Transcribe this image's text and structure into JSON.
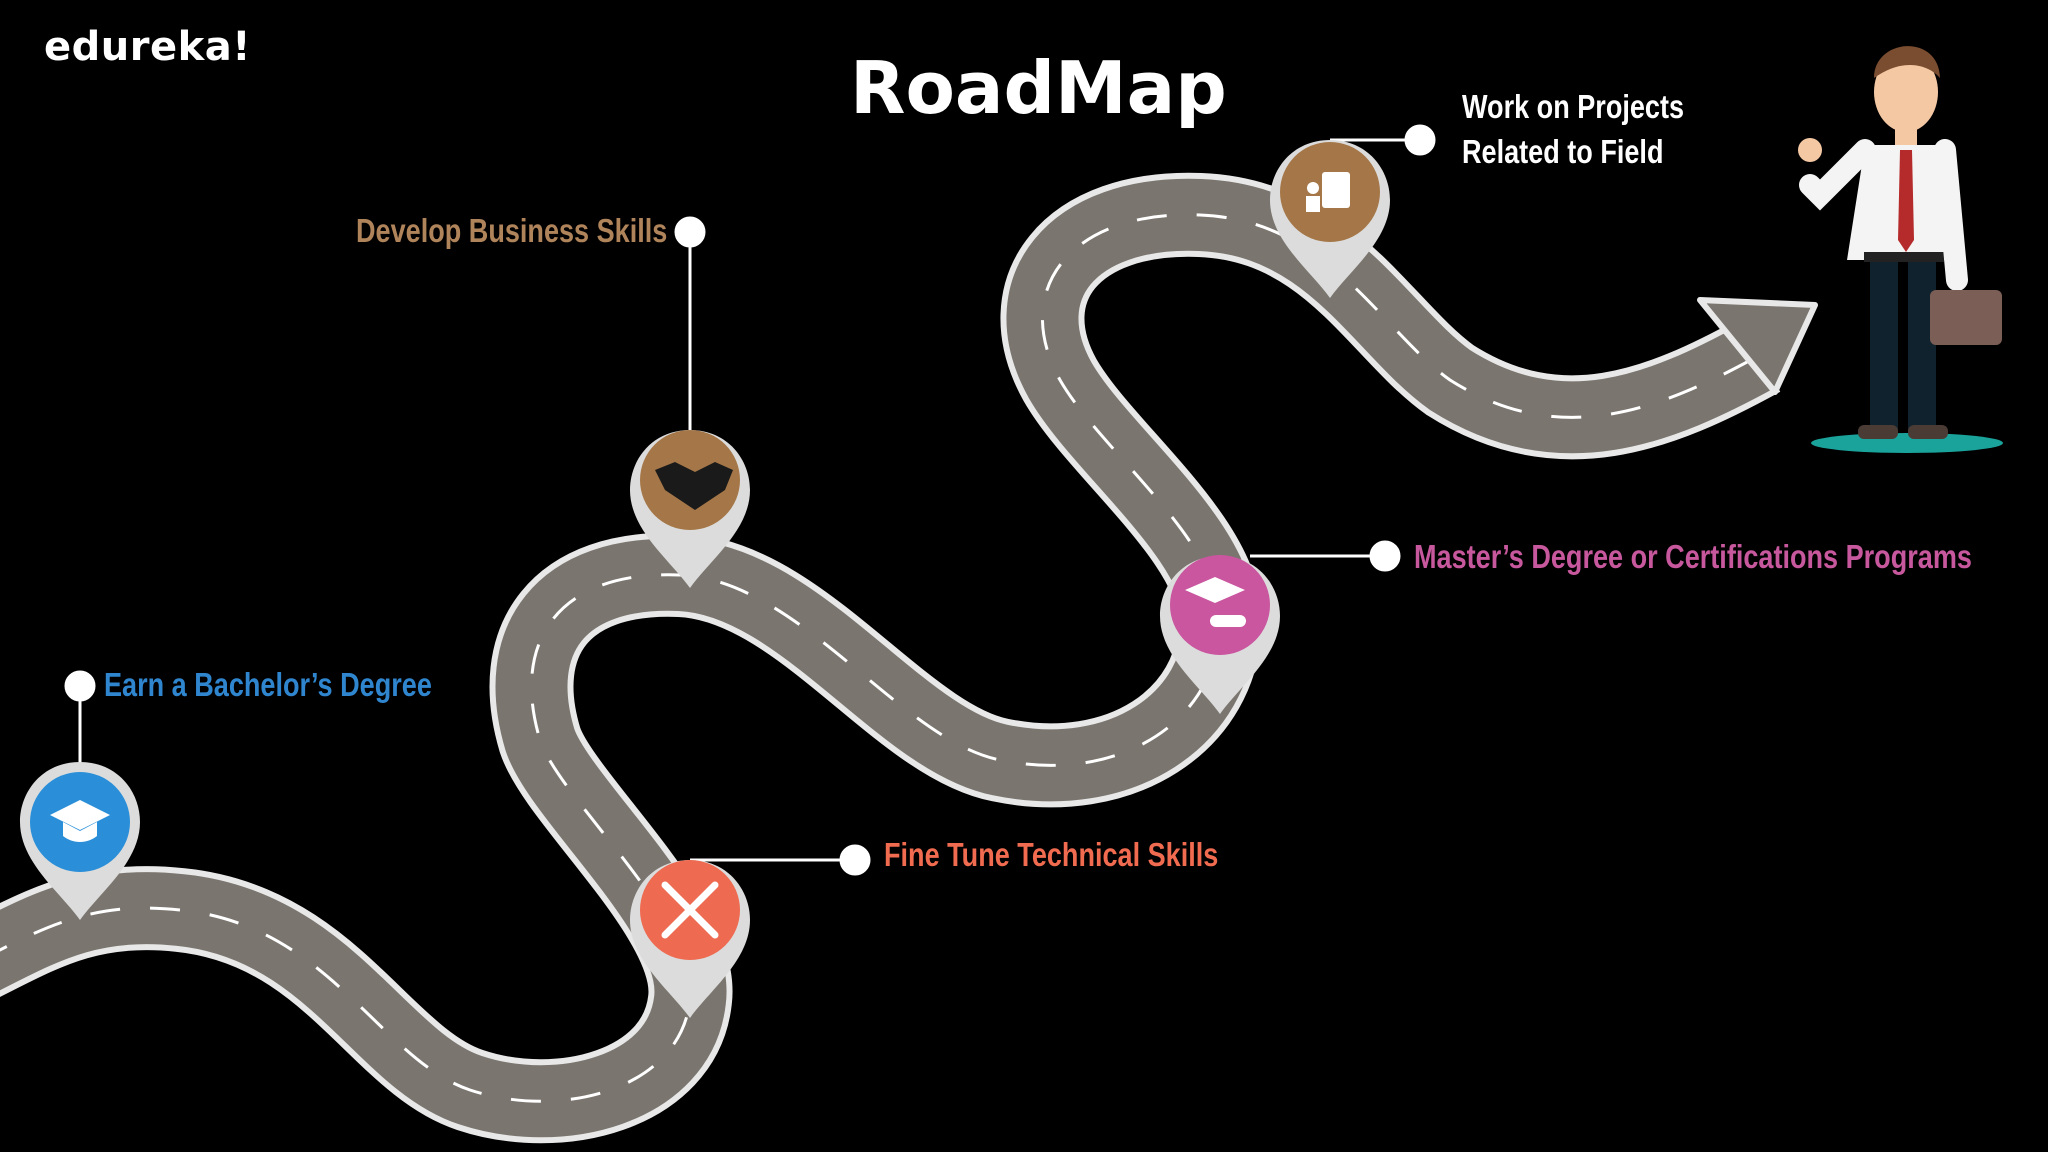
{
  "brand": "edureka!",
  "title": "RoadMap",
  "colors": {
    "background": "#000000",
    "road": "#7a756e",
    "road_edge": "#e8e8e8",
    "blue": "#2a8fd8",
    "brown": "#a57748",
    "orange": "#ee6a50",
    "pink": "#c9569f",
    "label_blue": "#2f86cf",
    "label_tan": "#b0845a",
    "label_orange": "#f06b4f",
    "label_pink": "#c8589d",
    "label_white": "#ffffff"
  },
  "steps": [
    {
      "label": "Earn a Bachelor’s Degree",
      "icon": "graduation-cap-icon",
      "color": "blue"
    },
    {
      "label": "Fine Tune Technical Skills",
      "icon": "wrench-screwdriver-icon",
      "color": "orange"
    },
    {
      "label": "Develop Business Skills",
      "icon": "handshake-icon",
      "color": "brown"
    },
    {
      "label": "Master’s Degree or Certifications Programs",
      "icon": "diploma-cap-icon",
      "color": "pink"
    },
    {
      "label": "Work on Projects\nRelated to Field",
      "icon": "clipboard-person-icon",
      "color": "brown"
    }
  ],
  "figure": "businessman-thumbs-up-illustration"
}
